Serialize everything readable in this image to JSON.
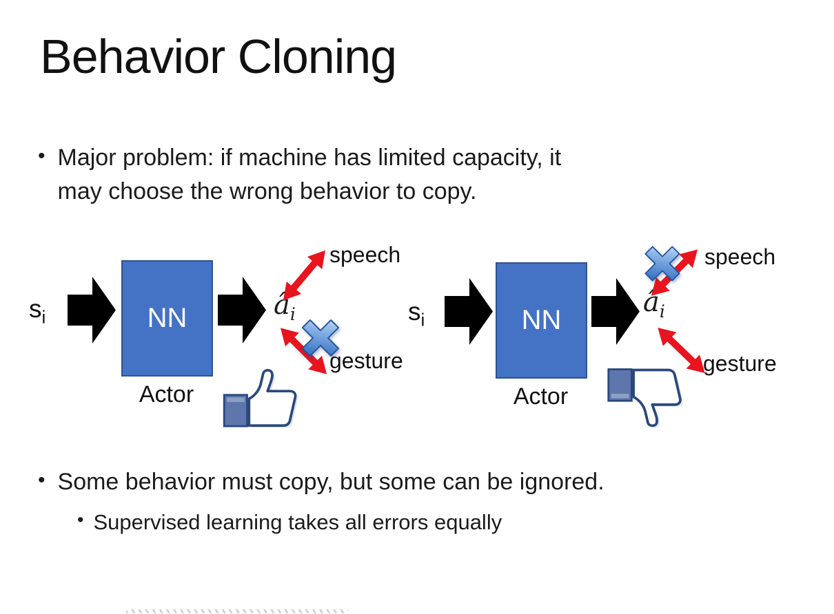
{
  "slide": {
    "title": "Behavior Cloning",
    "bullet1": {
      "marker": "•",
      "lines": [
        "Major problem: if machine has limited capacity, it",
        "may choose the wrong behavior to copy."
      ]
    },
    "bullet2": {
      "marker": "•",
      "text": "Some behavior must copy, but some can be ignored."
    },
    "sub_bullet": {
      "marker": "•",
      "text": "Supervised learning takes all errors equally"
    },
    "diagram_left": {
      "input_label": "s",
      "input_sub": "i",
      "nn_label": "NN",
      "actor_label": "Actor",
      "output_label": "â",
      "output_sub": "i",
      "speech_label": "speech",
      "gesture_label": "gesture",
      "crossed_out": "gesture",
      "feedback_icon": "thumbs-up"
    },
    "diagram_right": {
      "input_label": "s",
      "input_sub": "i",
      "nn_label": "NN",
      "actor_label": "Actor",
      "output_label": "â",
      "output_sub": "i",
      "speech_label": "speech",
      "gesture_label": "gesture",
      "crossed_out": "speech",
      "feedback_icon": "thumbs-down"
    },
    "icons": {
      "block_arrow": "black right block arrow",
      "double_arrow": "red double-headed arrow",
      "blue_cross": "glossy blue X cancel mark",
      "thumbs_up": "facebook-style like icon",
      "thumbs_down": "facebook-style dislike icon"
    },
    "colors": {
      "nn_box": "#4472C4",
      "nn_box_border": "#2F528F",
      "arrow_black": "#000000",
      "arrow_red": "#E8141E",
      "cross_blue": "#5B9BD5",
      "thumb_outline": "#29487D",
      "thumb_sleeve": "#5E76AB",
      "text": "#1B1B1B"
    }
  }
}
